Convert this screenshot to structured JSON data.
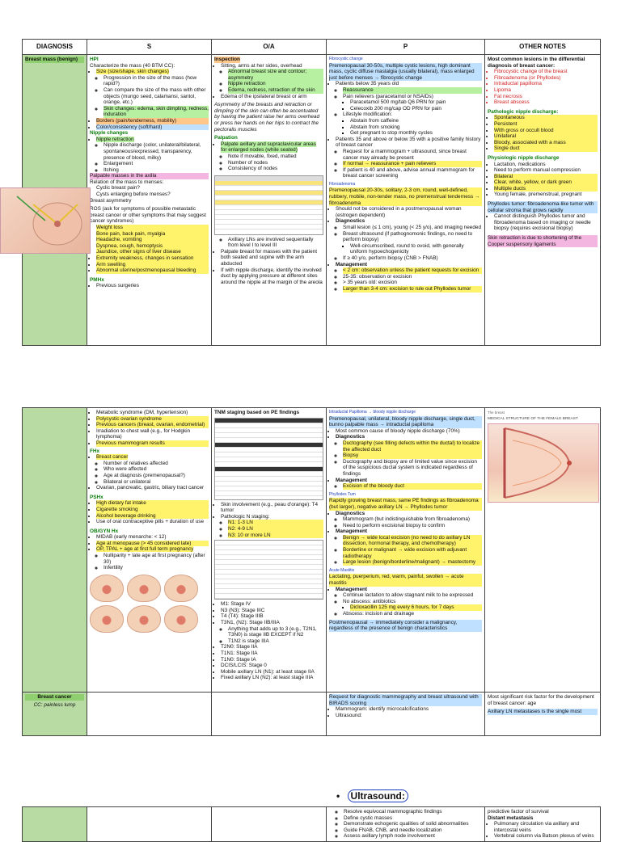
{
  "headers": [
    "DIAGNOSIS",
    "S",
    "O/A",
    "P",
    "OTHER NOTES"
  ],
  "row1": {
    "diagnosis": "Breast mass (benign)",
    "s": {
      "hpi": "HPI",
      "char": "Characterize the mass (40 BTM CC):",
      "items": [
        "Size (size/shape, skin changes)",
        "Progression in the size of the mass (how rapid?)",
        "Can compare the size of the mass with other objects (mungo seed, calamansi, santol, orange, etc.)",
        "Skin changes: edema, skin dimpling, redness, induration",
        "Borders (pain/tenderness, mobility)",
        "Color/consistency (soft/hard)"
      ],
      "nipple": "Nipple changes",
      "nipple_items": [
        "Nipple retraction",
        "Nipple discharge (color, unilateral/bilateral, spontaneous/expressed, transparency, presence of blood, milky)",
        "Enlargement",
        "Itching"
      ],
      "palpable": "Palpable masses in the axilla",
      "relation": "Relation of the mass to menses:",
      "relation_items": [
        "Cyclic breast pain?",
        "Cysts enlarging before menses?"
      ],
      "asym": "Breast asymmetry",
      "ros": "ROS (ask for symptoms of possible metastatic breast cancer or other symptoms that may suggest cancer syndromes)",
      "ros_items": [
        "Weight loss",
        "Bone pain, back pain, myalgia",
        "Headache, vomiting",
        "Dyspnea, cough, hemoptysis",
        "Jaundice, other signs of liver disease",
        "Extremity weakness, changes in sensation",
        "Arm swelling",
        "Abnormal uterine/postmenopausal bleeding"
      ],
      "pmhx": "PMHx",
      "pmhx_items": [
        "Previous surgeries"
      ]
    },
    "oa": {
      "inspection": "Inspection",
      "insp_items": [
        "Sitting, arms at her sides, overhead",
        "Abnormal breast size and contour; asymmetry",
        "Nipple retraction",
        "Edema, redness, retraction of the skin",
        "Edema of the ipsilateral breast or arm"
      ],
      "asym_note": "Asymmetry of the breasts and retraction or dimpling of the skin can often be accentuated by having the patient raise her arms overhead or press her hands on her hips to contract the pectoralis muscles",
      "palpation": "Palpation",
      "palp_items": [
        "Palpate axillary and supraclavicular areas for enlarged nodes (while seated)",
        "Note if movable, fixed, matted",
        "Number of nodes",
        "Consistency of nodes"
      ],
      "node_items": [
        "Axillary LNs are involved sequentially from level I to level III",
        "Palpate breast for masses with the patient both seated and supine with the arm abducted",
        "If with nipple discharge, identify the involved duct by applying pressure at different sites around the nipple at the margin of the areola"
      ]
    },
    "p": {
      "fc_label": "Fibrocystic change",
      "fc": "Premenopausal 30-50s, multiple cystic lesions, high dominant mass, cyclic diffuse mastalgia (usually bilateral), mass enlarged just before menses → fibrocystic change",
      "items": [
        "Patients below 35 years old",
        "Reassurance",
        "Pain relievers (paracetamol or NSAIDs)",
        "Paracetamol 500 mg/tab Q6 PRN for pain",
        "Celecoxib 200 mg/cap OD PRN for pain",
        "Lifestyle modification:",
        "Abstain from caffeine",
        "Abstain from smoking",
        "Get pregnant to stop monthly cycles",
        "Patients 35 and above or below 35 with a positive family history of breast cancer",
        "Request for a mammogram + ultrasound, since breast cancer may already be present",
        "If normal → reassurance + pain relievers",
        "If patient is 40 and above, advise annual mammogram for breast cancer screening"
      ],
      "fa_label": "Fibroadenoma",
      "fa": "Premenopausal 20-30s, solitary, 2-3 cm, round, well-defined, rubbery, mobile, non-tender mass, no premenstrual tenderness → fibroadenoma",
      "fa_items": [
        "Should not be considered in a postmenopausal woman (estrogen dependent)",
        "Diagnostics",
        "Small lesion (≤ 1 cm), young (< 25 y/o), and imaging needed",
        "Breast ultrasound (if pathognomonic findings, no need to perform biopsy)",
        "Well-circumscribed, round to ovoid, with generally uniform hypoechogenicity",
        "If ≥ 40 y/o, perform biopsy (CNB > FNAB)",
        "Management",
        "< 2 cm: observation unless the patient requests for excision",
        "25-35: observation or excision",
        "> 35 years old: excision",
        "Larger than 3-4 cm: excision to rule out Phyllodes tumor"
      ]
    },
    "notes": {
      "common": "Most common lesions in the differential diagnosis of breast cancer:",
      "common_items": [
        "Fibrocystic change of the breast",
        "Fibroadenoma (or Phyllodes)",
        "Intraductal papilloma",
        "Lipoma",
        "Fat necrosis",
        "Breast abscess"
      ],
      "path": "Pathologic nipple discharge:",
      "path_items": [
        "Spontaneous",
        "Persistent",
        "With gross or occult blood",
        "Unilateral",
        "Bloody, associated with a mass",
        "Single duct"
      ],
      "phys": "Physiologic nipple discharge",
      "phys_items": [
        "Lactation, medications",
        "Need to perform manual compression",
        "Bilateral",
        "Clear, white, yellow, or dark green",
        "Multiple ducts",
        "Young female, premenstrual, pregnant"
      ],
      "phyllodes": "Phyllodes tumor: fibroadenoma-like tumor with cellular stroma that grows rapidly",
      "phyl_items": [
        "Cannot distinguish Phyllodes tumor and fibroadenoma based on imaging or needle biopsy (requires excisional biopsy)"
      ],
      "skin": "Skin retraction is due to shortening of the Cooper suspensory ligaments"
    }
  },
  "row2": {
    "s": {
      "items": [
        "Metabolic syndrome (DM, hypertension)",
        "Polycystic ovarian syndrome",
        "Previous cancers (breast, ovarian, endometrial)",
        "Irradiation to chest wall (e.g., for Hodgkin lymphoma)",
        "Previous mammogram results"
      ],
      "fhx": "FHx",
      "fhx_items": [
        "Breast cancer",
        "Number of relatives affected",
        "Who were affected",
        "Age at diagnosis (premenopausal?)",
        "Bilateral or unilateral",
        "Ovarian, pancreatic, gastric, biliary tract cancer"
      ],
      "pshx": "PSHx",
      "pshx_items": [
        "High dietary fat intake",
        "Cigarette smoking",
        "Alcohol beverage drinking",
        "Use of oral contraceptive pills + duration of use"
      ],
      "obgyn": "OB/GYN Hx",
      "obgyn_items": [
        "MIDAB (early menarche: < 12)",
        "Age at menopause (> 45 considered late)",
        "OP, TPAL + age at first full term pregnancy",
        "Nulliparity + late age at first pregnancy (after 30)",
        "Infertility"
      ]
    },
    "oa": {
      "tnm": "TNM staging based on PE findings",
      "skin_items": [
        "Skin involvement (e.g., peau d'orange): T4 tumor",
        "Pathologic N staging:"
      ],
      "n_items": [
        "N1: 1-3 LN",
        "N2: 4-9 LN",
        "N3: 10 or more LN"
      ],
      "stage_items": [
        "M1: Stage IV",
        "N3 (N3): Stage IIIC",
        "T4 (T4): Stage IIIB",
        "T3N1, (N2): Stage IIB/IIIA",
        "Anything that adds up to 3 (e.g., T2N1, T3N0) is stage IIB EXCEPT if N2",
        "T1N2 is stage IIIA",
        "T2N0: Stage IIA",
        "T1N1: Stage IIA",
        "T1N0: Stage IA",
        "DCIS/LCIS: Stage 0",
        "Mobile axillary LN (N1): at least stage IIA",
        "Fixed axillary LN (N2): at least stage IIIA"
      ]
    },
    "p": {
      "ip_label": "Intraductal Papilloma → bloody nipple discharge",
      "ip": "Premenopausal, unilateral, bloody nipple discharge, single duct, bunno palpable mass → intraductal papilloma",
      "ip_items": [
        "Most common cause of bloody nipple discharge (70%)",
        "Diagnostics",
        "Ductography (see filling defects within the ductal) to localize the affected duct",
        "Biopsy",
        "Ductography and biopsy are of limited value since excision of the suspicious ductal system is indicated regardless of findings",
        "Management",
        "Excision of the bloody duct"
      ],
      "phy_label": "Phyllodes Tum",
      "phy": "Rapidly growing breast mass, same PE findings as fibroadenoma (but larger), negative axillary LN → Phyllodes tumor",
      "phy_items": [
        "Diagnostics",
        "Mammogram (but indistinguishable from fibroadenoma)",
        "Need to perform excisional biopsy to confirm",
        "Management",
        "Benign → wide local excision (no need to do axillary LN dissection, hormonal therapy, and chemotherapy)",
        "Borderline or malignant → wide excision with adjuvant radiotherapy",
        "Large lesion (benign/borderline/malignant) → mastectomy"
      ],
      "mast_label": "Acute Mastitis",
      "mast": "Lactating, puerperium, red, warm, painful, swollen → acute mastitis",
      "mast_items": [
        "Management",
        "Continue lactation to allow stagnant milk to be expressed",
        "No abscess: antibiotics",
        "Dicloxacillin 125 mg every 6 hours, for 7 days",
        "Abscess: incision and drainage"
      ],
      "post": "Postmenopausal → immediately consider a malignancy, regardless of the presence of benign characteristics"
    },
    "notes": {
      "medical": "MEDICAL STRUCTURE OF THE FEMALE BREAST",
      "the_breast": "The breast"
    }
  },
  "row3": {
    "diagnosis": "Breast cancer",
    "cc": "CC: painless lump",
    "s": "",
    "oa": "",
    "p": {
      "items": [
        "Request for diagnostic mammography and breast ultrasound with BIRADS scoring",
        "Mammogram: identify microcalcifications",
        "Ultrasound:"
      ]
    },
    "notes": {
      "text": "Most significant risk factor for the development of breast cancer: age",
      "alm": "Axillary LN metastases is the single most"
    }
  },
  "row4": {
    "us_callout": "Ultrasound:",
    "p_items": [
      "Resolve equivocal mammographic findings",
      "Define cystic masses",
      "Demonstrate echogenic qualities of solid abnormalities",
      "Guide FNAB, CNB, and needle localization",
      "Assess axillary lymph node involvement"
    ],
    "notes": {
      "lead": "predictive factor of survival",
      "dm": "Distant metastasis",
      "items": [
        "Pulmonary circulation via axillary and intercostal veins",
        "Vertebral column via Batson plexus of veins"
      ]
    }
  }
}
